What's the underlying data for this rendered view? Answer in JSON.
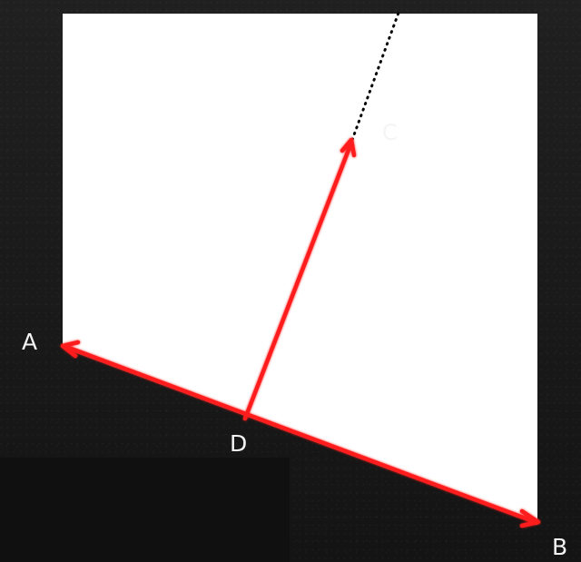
{
  "diagram": {
    "points": {
      "A": "A",
      "B": "B",
      "C": "C",
      "D": "D"
    },
    "colors": {
      "background": "#1b1b1b",
      "panel": "#ffffff",
      "vector": "#ff1c1c",
      "dotted_line": "#050505",
      "label": "#f4f4f4",
      "bottom_block": "#101010"
    }
  }
}
